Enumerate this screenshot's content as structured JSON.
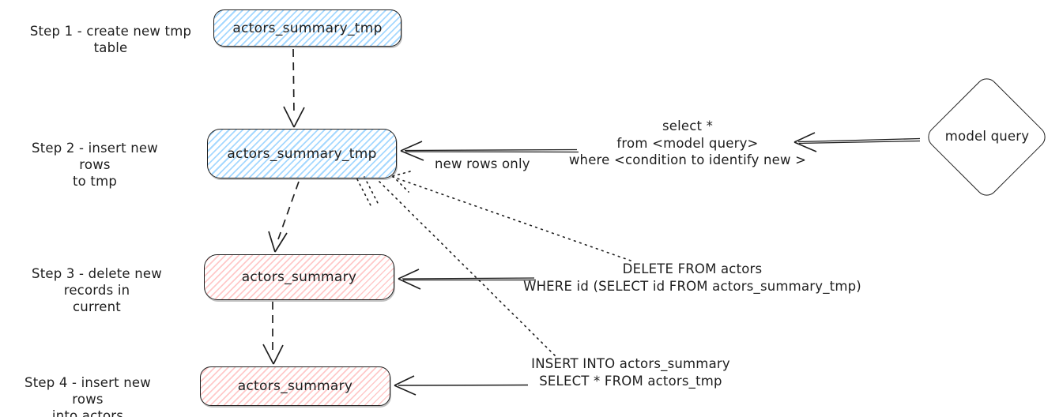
{
  "steps": [
    {
      "label1": "Step 1 - create new tmp table",
      "label2": "",
      "node": "actors_summary_tmp",
      "color": "blue"
    },
    {
      "label1": "Step 2 - insert new rows",
      "label2": "to tmp",
      "node": "actors_summary_tmp",
      "color": "blue"
    },
    {
      "label1": "Step 3 - delete new records in",
      "label2": "current",
      "node": "actors_summary",
      "color": "red"
    },
    {
      "label1": "Step 4 - insert new rows",
      "label2": "into actors",
      "node": "actors_summary",
      "color": "red"
    }
  ],
  "annotations": {
    "select_sql": {
      "line1": "select *",
      "line2": "from <model query>",
      "line3": "where <condition to identify new >"
    },
    "new_rows_label": "new rows only",
    "delete_sql": {
      "line1": "DELETE FROM actors",
      "line2": "WHERE id (SELECT id FROM actors_summary_tmp)"
    },
    "insert_sql": {
      "line1": "INSERT INTO actors_summary",
      "line2": "SELECT * FROM actors_tmp"
    }
  },
  "model_query_node": "model query",
  "colors": {
    "blue_fill": "#a5d8ff",
    "red_fill": "#ffc9c9",
    "stroke": "#1e1e1e",
    "background": "#ffffff"
  }
}
